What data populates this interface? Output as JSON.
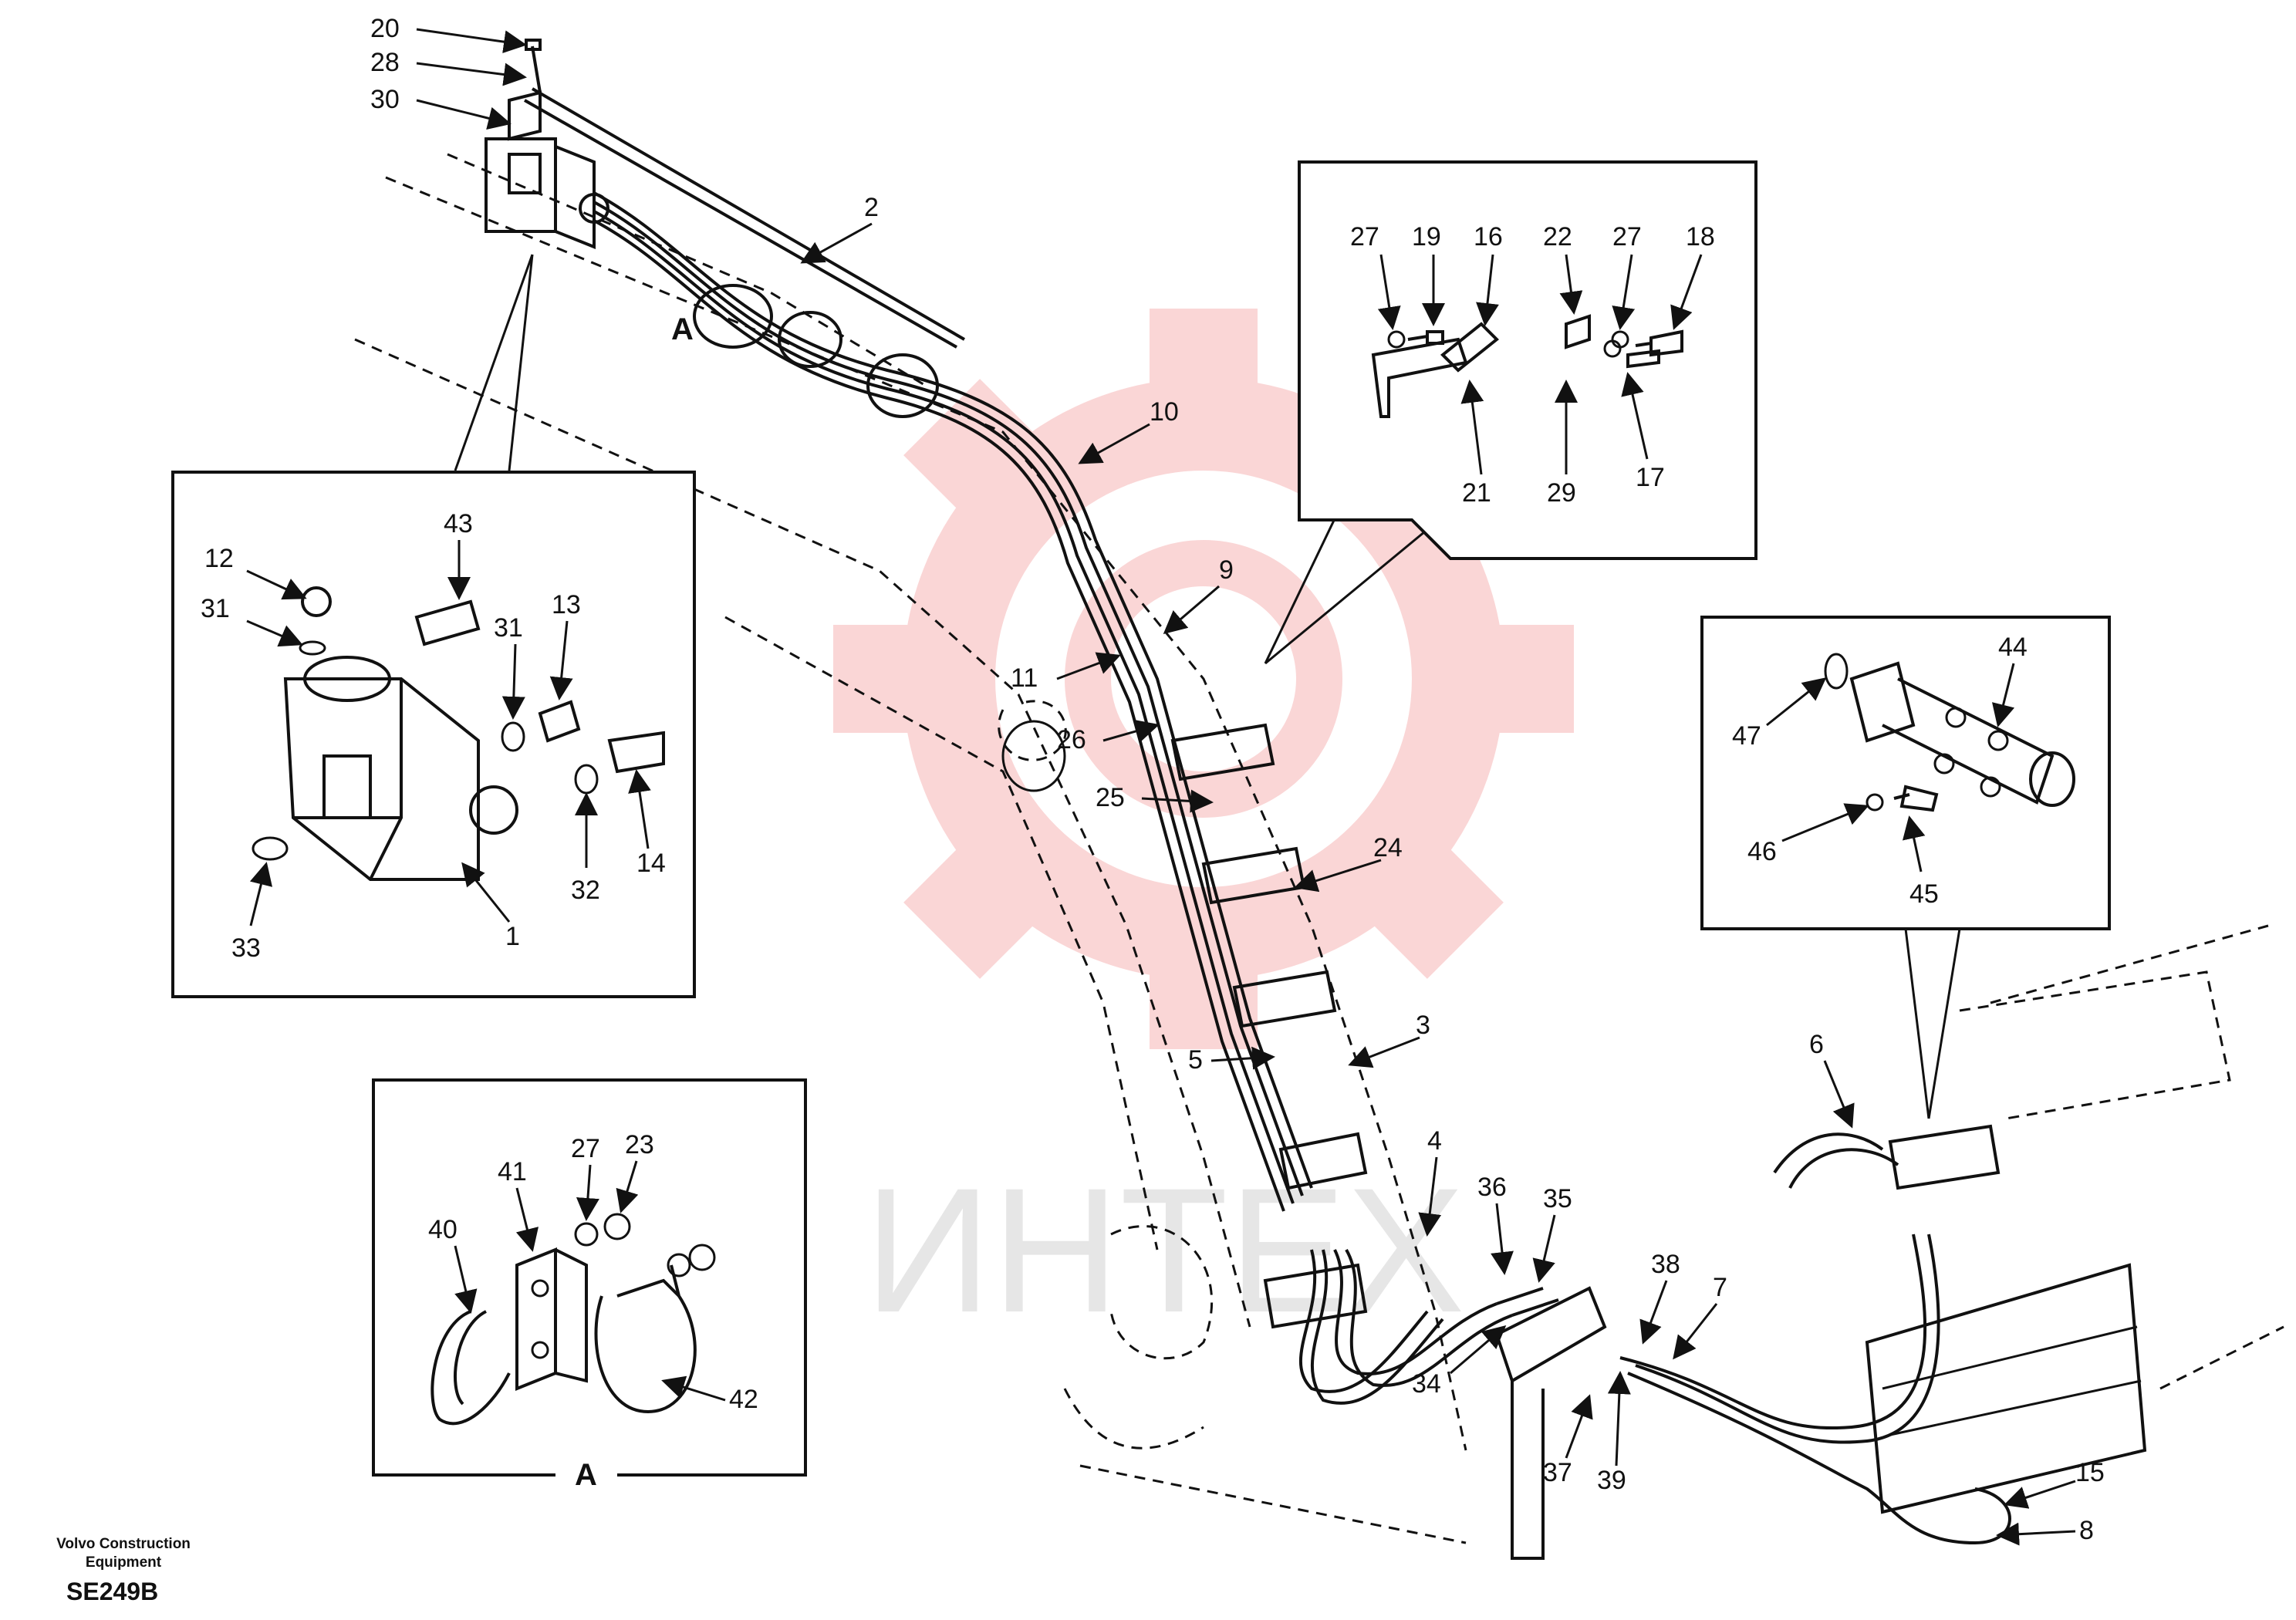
{
  "diagram": {
    "company": "Volvo Construction Equipment",
    "code": "SE249B",
    "watermark_text": "ИНТЕХ",
    "detail_marker": "A",
    "colors": {
      "line": "#111111",
      "watermark": "#f4a3a3"
    },
    "callouts": [
      {
        "id": "c20",
        "text": "20"
      },
      {
        "id": "c28",
        "text": "28"
      },
      {
        "id": "c30",
        "text": "30"
      },
      {
        "id": "c2",
        "text": "2"
      },
      {
        "id": "c10",
        "text": "10"
      },
      {
        "id": "c9",
        "text": "9"
      },
      {
        "id": "c11",
        "text": "11"
      },
      {
        "id": "c26",
        "text": "26"
      },
      {
        "id": "c25",
        "text": "25"
      },
      {
        "id": "c24",
        "text": "24"
      },
      {
        "id": "c3",
        "text": "3"
      },
      {
        "id": "c5",
        "text": "5"
      },
      {
        "id": "c4",
        "text": "4"
      },
      {
        "id": "c36",
        "text": "36"
      },
      {
        "id": "c35",
        "text": "35"
      },
      {
        "id": "c34",
        "text": "34"
      },
      {
        "id": "c37",
        "text": "37"
      },
      {
        "id": "c39",
        "text": "39"
      },
      {
        "id": "c38",
        "text": "38"
      },
      {
        "id": "c7",
        "text": "7"
      },
      {
        "id": "c6",
        "text": "6"
      },
      {
        "id": "c15",
        "text": "15"
      },
      {
        "id": "c8",
        "text": "8"
      },
      {
        "id": "c43",
        "text": "43"
      },
      {
        "id": "c12",
        "text": "12"
      },
      {
        "id": "c31a",
        "text": "31"
      },
      {
        "id": "c31b",
        "text": "31"
      },
      {
        "id": "c13",
        "text": "13"
      },
      {
        "id": "c14",
        "text": "14"
      },
      {
        "id": "c32",
        "text": "32"
      },
      {
        "id": "c33",
        "text": "33"
      },
      {
        "id": "c1",
        "text": "1"
      },
      {
        "id": "c27a",
        "text": "27"
      },
      {
        "id": "c19",
        "text": "19"
      },
      {
        "id": "c16",
        "text": "16"
      },
      {
        "id": "c22",
        "text": "22"
      },
      {
        "id": "c27b",
        "text": "27"
      },
      {
        "id": "c18",
        "text": "18"
      },
      {
        "id": "c21",
        "text": "21"
      },
      {
        "id": "c29",
        "text": "29"
      },
      {
        "id": "c17",
        "text": "17"
      },
      {
        "id": "c44",
        "text": "44"
      },
      {
        "id": "c47",
        "text": "47"
      },
      {
        "id": "c46",
        "text": "46"
      },
      {
        "id": "c45",
        "text": "45"
      },
      {
        "id": "c41",
        "text": "41"
      },
      {
        "id": "c27c",
        "text": "27"
      },
      {
        "id": "c23",
        "text": "23"
      },
      {
        "id": "c40",
        "text": "40"
      },
      {
        "id": "c42",
        "text": "42"
      }
    ]
  }
}
